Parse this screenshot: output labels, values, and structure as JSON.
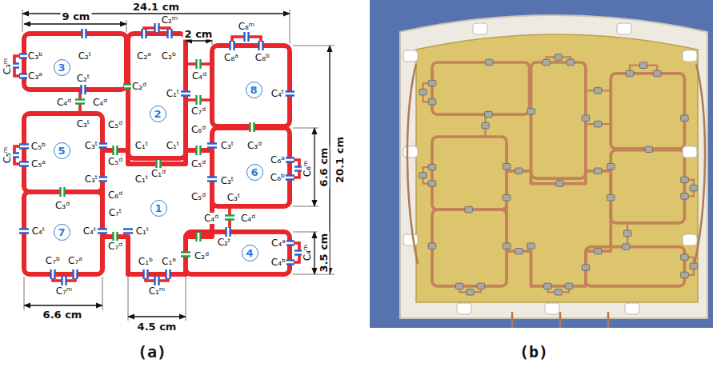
{
  "diagram": {
    "nodes": [
      {
        "text": [
          "3"
        ]
      },
      {
        "text": [
          "8"
        ]
      },
      {
        "text": [
          "2"
        ]
      },
      {
        "text": [
          "5"
        ]
      },
      {
        "text": [
          "6"
        ]
      },
      {
        "text": [
          "1"
        ]
      },
      {
        "text": [
          "7"
        ]
      },
      {
        "text": [
          "4"
        ]
      }
    ],
    "edges": [],
    "labels": [
      "24.1 cm",
      "9 cm",
      "2 cm",
      "20.1 cm",
      "6.6 cm",
      "3.5 cm",
      "6.6 cm",
      "4.5 cm",
      "C₂ᵐ",
      "C₈ᵐ",
      "C₃ᵇ",
      "C₂ᵗ",
      "C₂ᵃ",
      "C₂ᵇ",
      "C₈ᵃ",
      "C₈ᵇ",
      "C₃ᵐ",
      "C₃ᵃ",
      "C₂ᵗ",
      "C₂ᵈ",
      "C₄ᵈ",
      "C₁ᵗ",
      "C₄ᵗ",
      "C₄ᵈ",
      "C₄ᵈ",
      "C₇ᵈ",
      "C₃ᵗ",
      "C₅ᵈ",
      "C₆ᵈ",
      "C₃ᵗ",
      "C₁ᵗ",
      "C₁ᵗ",
      "C₃ᵗ",
      "C₃ᵈ",
      "C₅ᵇ",
      "C₅ᵐ",
      "C₅ᵃ",
      "C₅ᵈ",
      "C₁ᵈ",
      "C₅ᵈ",
      "C₆ᵃ",
      "C₆ᵐ",
      "C₆ᵇ",
      "C₃ᵗ",
      "C₁ᵗ",
      "C₃ᵗ",
      "C₆ᵈ",
      "C₅ᵈ",
      "C₃ᵗ",
      "C₃ᵈ",
      "C₇ᵗ",
      "C₄ᵈ",
      "C₄ᵈ",
      "C₄ᵗ",
      "C₄ᵗ",
      "C₁ᵗ",
      "C₂ᵗ",
      "C₄ᵃ",
      "C₇ᵈ",
      "C₄ᵐ",
      "C₂ᵈ",
      "C₄ᵇ",
      "C₇ᵇ",
      "C₇ᵃ",
      "C₁ᵇ",
      "C₁ᵃ",
      "C₇ᵐ",
      "C₁ᵐ",
      "(a)",
      "(b)"
    ]
  }
}
